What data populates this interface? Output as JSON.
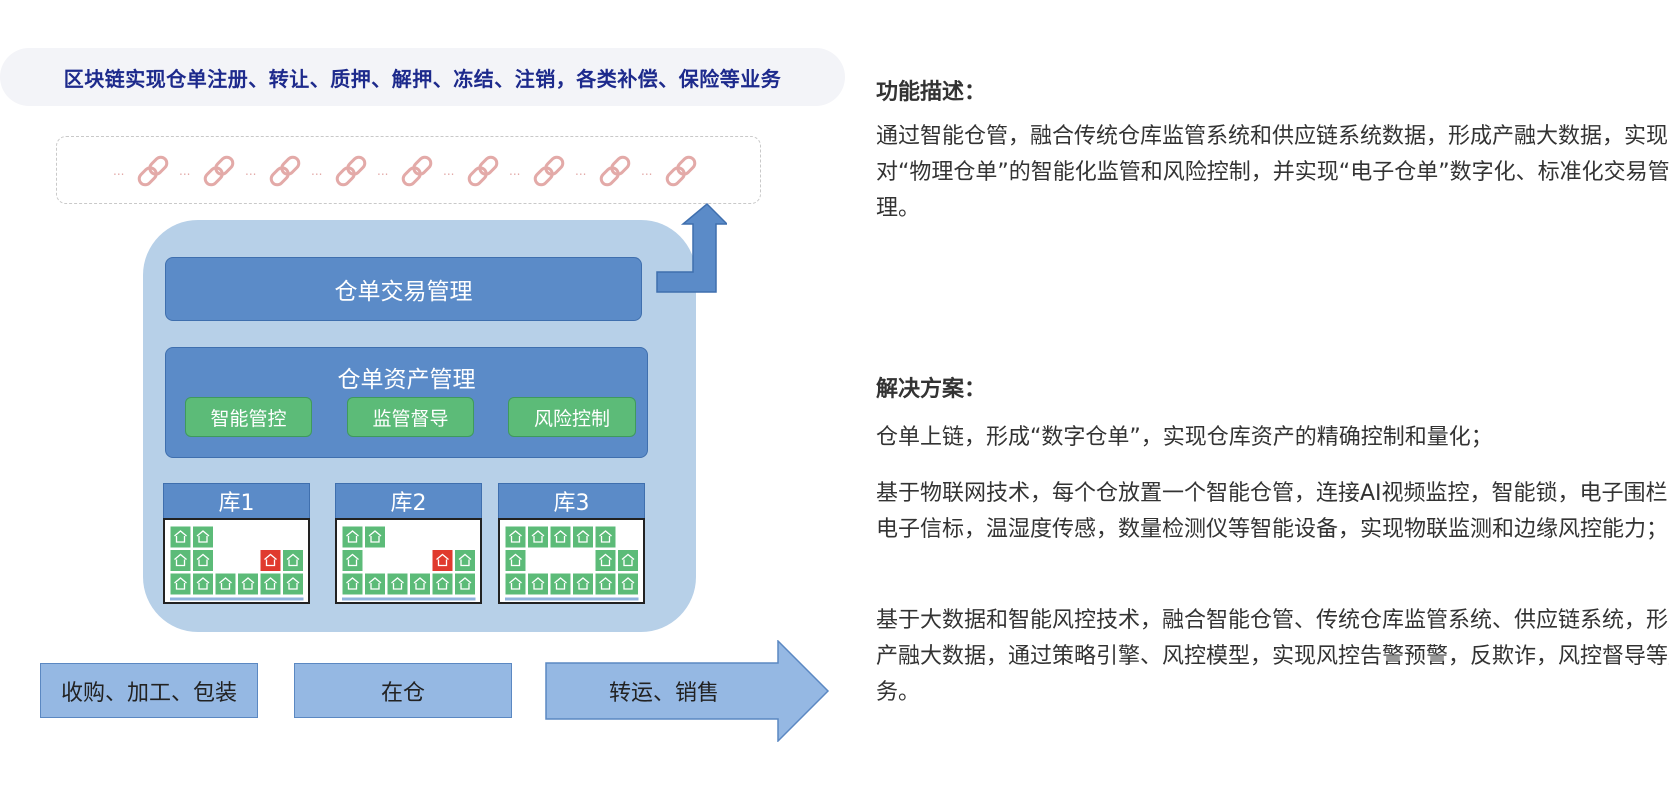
{
  "banner": {
    "text": "区块链实现仓单注册、转让、质押、解押、冻结、注销，各类补偿、保险等业务"
  },
  "chain": {
    "link_count": 9,
    "link_color": "#e3aaa8",
    "dot_color": "#e3aaa8"
  },
  "platform": {
    "trade_label": "仓单交易管理",
    "asset_label": "仓单资产管理",
    "chips": [
      "智能管控",
      "监管督导",
      "风险控制"
    ]
  },
  "warehouses": [
    {
      "label": "库1"
    },
    {
      "label": "库2"
    },
    {
      "label": "库3"
    }
  ],
  "flow": {
    "steps": [
      "收购、加工、包装",
      "在仓",
      "转运、销售"
    ]
  },
  "function": {
    "heading": "功能描述：",
    "text": "通过智能仓管，融合传统仓库监管系统和供应链系统数据，形成产融大数据，实现对“物理仓单”的智能化监管和风险控制，并实现“电子仓单”数字化、标准化交易管理。"
  },
  "solution": {
    "heading": "解决方案：",
    "items": [
      "仓单上链，形成“数字仓单”，实现仓库资产的精确控制和量化；",
      "基于物联网技术，每个仓放置一个智能仓管，连接AI视频监控，智能锁，电子围栏，电子信标，温湿度传感，数量检测仪等智能设备，实现物联监测和边缘风控能力；",
      "基于大数据和智能风控技术，融合智能仓管、传统仓库监管系统、供应链系统，形成产融大数据，通过策略引擎、风控模型，实现风控告警预警，反欺诈，风控督导等服务。"
    ]
  },
  "colors": {
    "box_green": "#5cbb78",
    "box_red": "#e03a2e",
    "bar_blue": "#5b8bc8",
    "platform_bg": "#b7d0e8"
  }
}
